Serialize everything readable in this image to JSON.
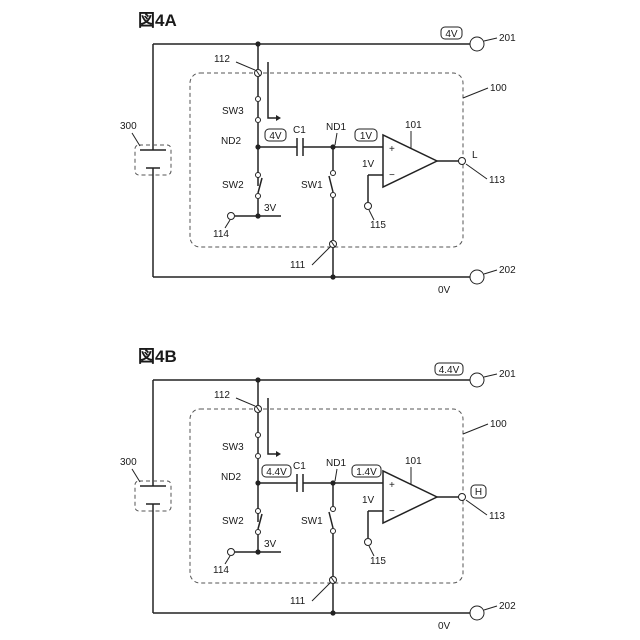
{
  "figures": [
    {
      "title": "図4A",
      "top_voltage": "4V",
      "nd2_voltage": "4V",
      "nd1_voltage": "1V",
      "output_level": "L",
      "labels": {
        "n201": "201",
        "n202": "202",
        "n100": "100",
        "n101": "101",
        "n112": "112",
        "n111": "111",
        "n113": "113",
        "n114": "114",
        "n115": "115",
        "n300": "300",
        "sw3": "SW3",
        "sw2": "SW2",
        "sw1": "SW1",
        "nd2": "ND2",
        "nd1": "ND1",
        "c1": "C1",
        "ref_v": "1V",
        "v3": "3V",
        "ground": "0V"
      }
    },
    {
      "title": "図4B",
      "top_voltage": "4.4V",
      "nd2_voltage": "4.4V",
      "nd1_voltage": "1.4V",
      "output_level": "H",
      "labels": {
        "n201": "201",
        "n202": "202",
        "n100": "100",
        "n101": "101",
        "n112": "112",
        "n111": "111",
        "n113": "113",
        "n114": "114",
        "n115": "115",
        "n300": "300",
        "sw3": "SW3",
        "sw2": "SW2",
        "sw1": "SW1",
        "nd2": "ND2",
        "nd1": "ND1",
        "c1": "C1",
        "ref_v": "1V",
        "v3": "3V",
        "ground": "0V"
      }
    }
  ]
}
